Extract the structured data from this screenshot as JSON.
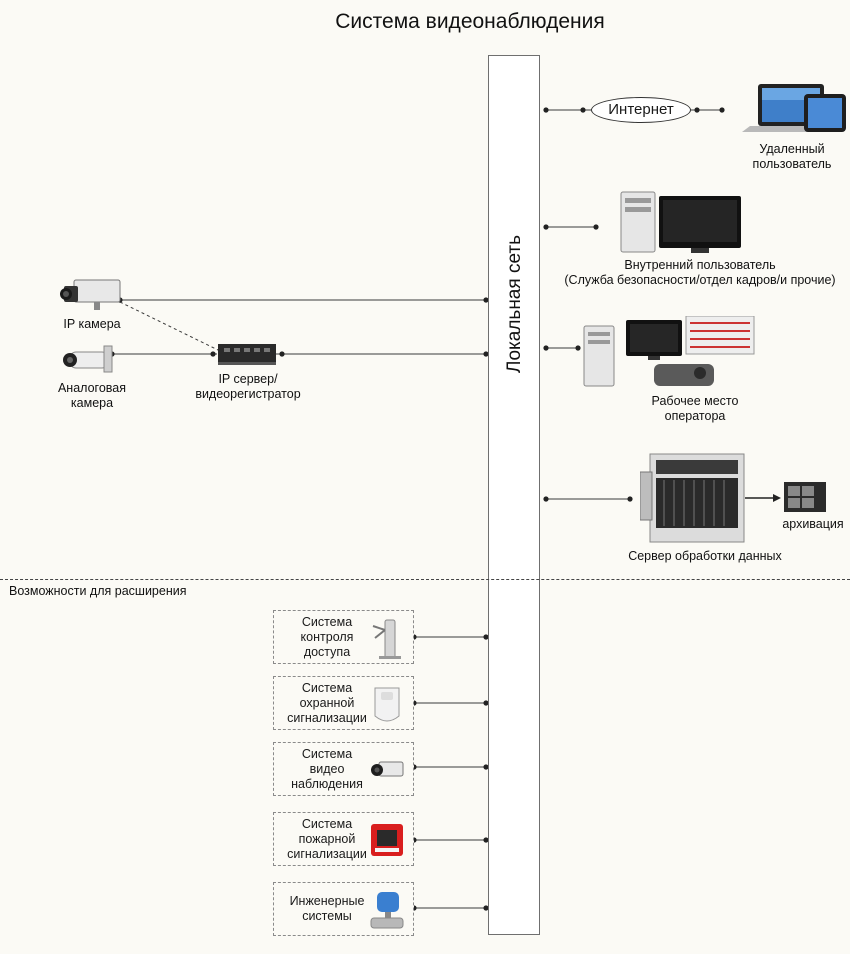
{
  "title": "Система видеонаблюдения",
  "lan_label": "Локальная сеть",
  "internet_label": "Интернет",
  "nodes": {
    "remote_user": "Удаленный\nпользователь",
    "internal_user": "Внутренний пользователь\n(Служба безопасности/отдел кадров/и прочие)",
    "operator_workstation": "Рабочее место\nоператора",
    "data_server": "Сервер обработки данных",
    "archiving": "архивация",
    "ip_camera": "IP камера",
    "analog_camera": "Аналоговая\nкамера",
    "ip_server_recorder": "IP сервер/\nвидеорегистратор"
  },
  "expansion_title": "Возможности для расширения",
  "expansion_systems": [
    {
      "label": "Система\nконтроля\nдоступа",
      "icon": "turnstile-icon"
    },
    {
      "label": "Система\nохранной\nсигнализации",
      "icon": "motion-sensor-icon"
    },
    {
      "label": "Система\nвидео\nнаблюдения",
      "icon": "cctv-camera-icon"
    },
    {
      "label": "Система\nпожарной\nсигнализации",
      "icon": "fire-alarm-icon"
    },
    {
      "label": "Инженерные\nсистемы",
      "icon": "valve-icon"
    }
  ],
  "colors": {
    "background": "#fbfaf5",
    "line": "#3a3a3a",
    "fire_alarm": "#d91e1e",
    "valve": "#3a7fd0"
  }
}
